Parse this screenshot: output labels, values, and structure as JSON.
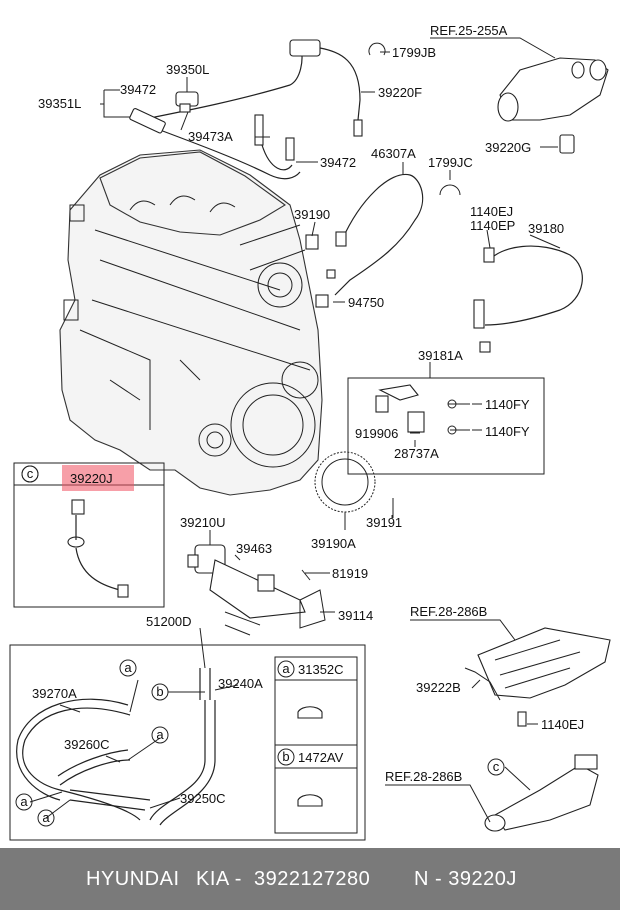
{
  "labels": {
    "l39350L": "39350L",
    "l39472a": "39472",
    "l39351L": "39351L",
    "l39473A": "39473A",
    "l39472b": "39472",
    "l1799JB": "1799JB",
    "l39220F": "39220F",
    "ref25": "REF.25-255A",
    "l39220G": "39220G",
    "l46307A": "46307A",
    "l1799JC": "1799JC",
    "l39190": "39190",
    "l1140EJ_top": "1140EJ",
    "l1140EP": "1140EP",
    "l39180": "39180",
    "l94750": "94750",
    "l39181A": "39181A",
    "l1140FY_a": "1140FY",
    "l919906": "919906",
    "l1140FY_b": "1140FY",
    "l28737A": "28737A",
    "l39191": "39191",
    "l39190A": "39190A",
    "l39210U": "39210U",
    "l39463": "39463",
    "l81919": "81919",
    "l39114": "39114",
    "l51200D": "51200D",
    "ref28a": "REF.28-286B",
    "l39222B": "39222B",
    "l1140EJ_bot": "1140EJ",
    "ref28b": "REF.28-286B",
    "l39270A": "39270A",
    "l39240A": "39240A",
    "l39260C": "39260C",
    "l39250C": "39250C",
    "l31352C": "31352C",
    "l1472AV": "1472AV"
  },
  "inset_c": {
    "circle_letter": "c",
    "part_number": "39220J",
    "highlight_color": "#f05060"
  },
  "circle_letters": {
    "a": "a",
    "b": "b",
    "c": "c"
  },
  "footer": {
    "brand": "HYUNDAI",
    "brand2": "KIA -",
    "oem": "3922127280",
    "code": "N - 39220J"
  }
}
